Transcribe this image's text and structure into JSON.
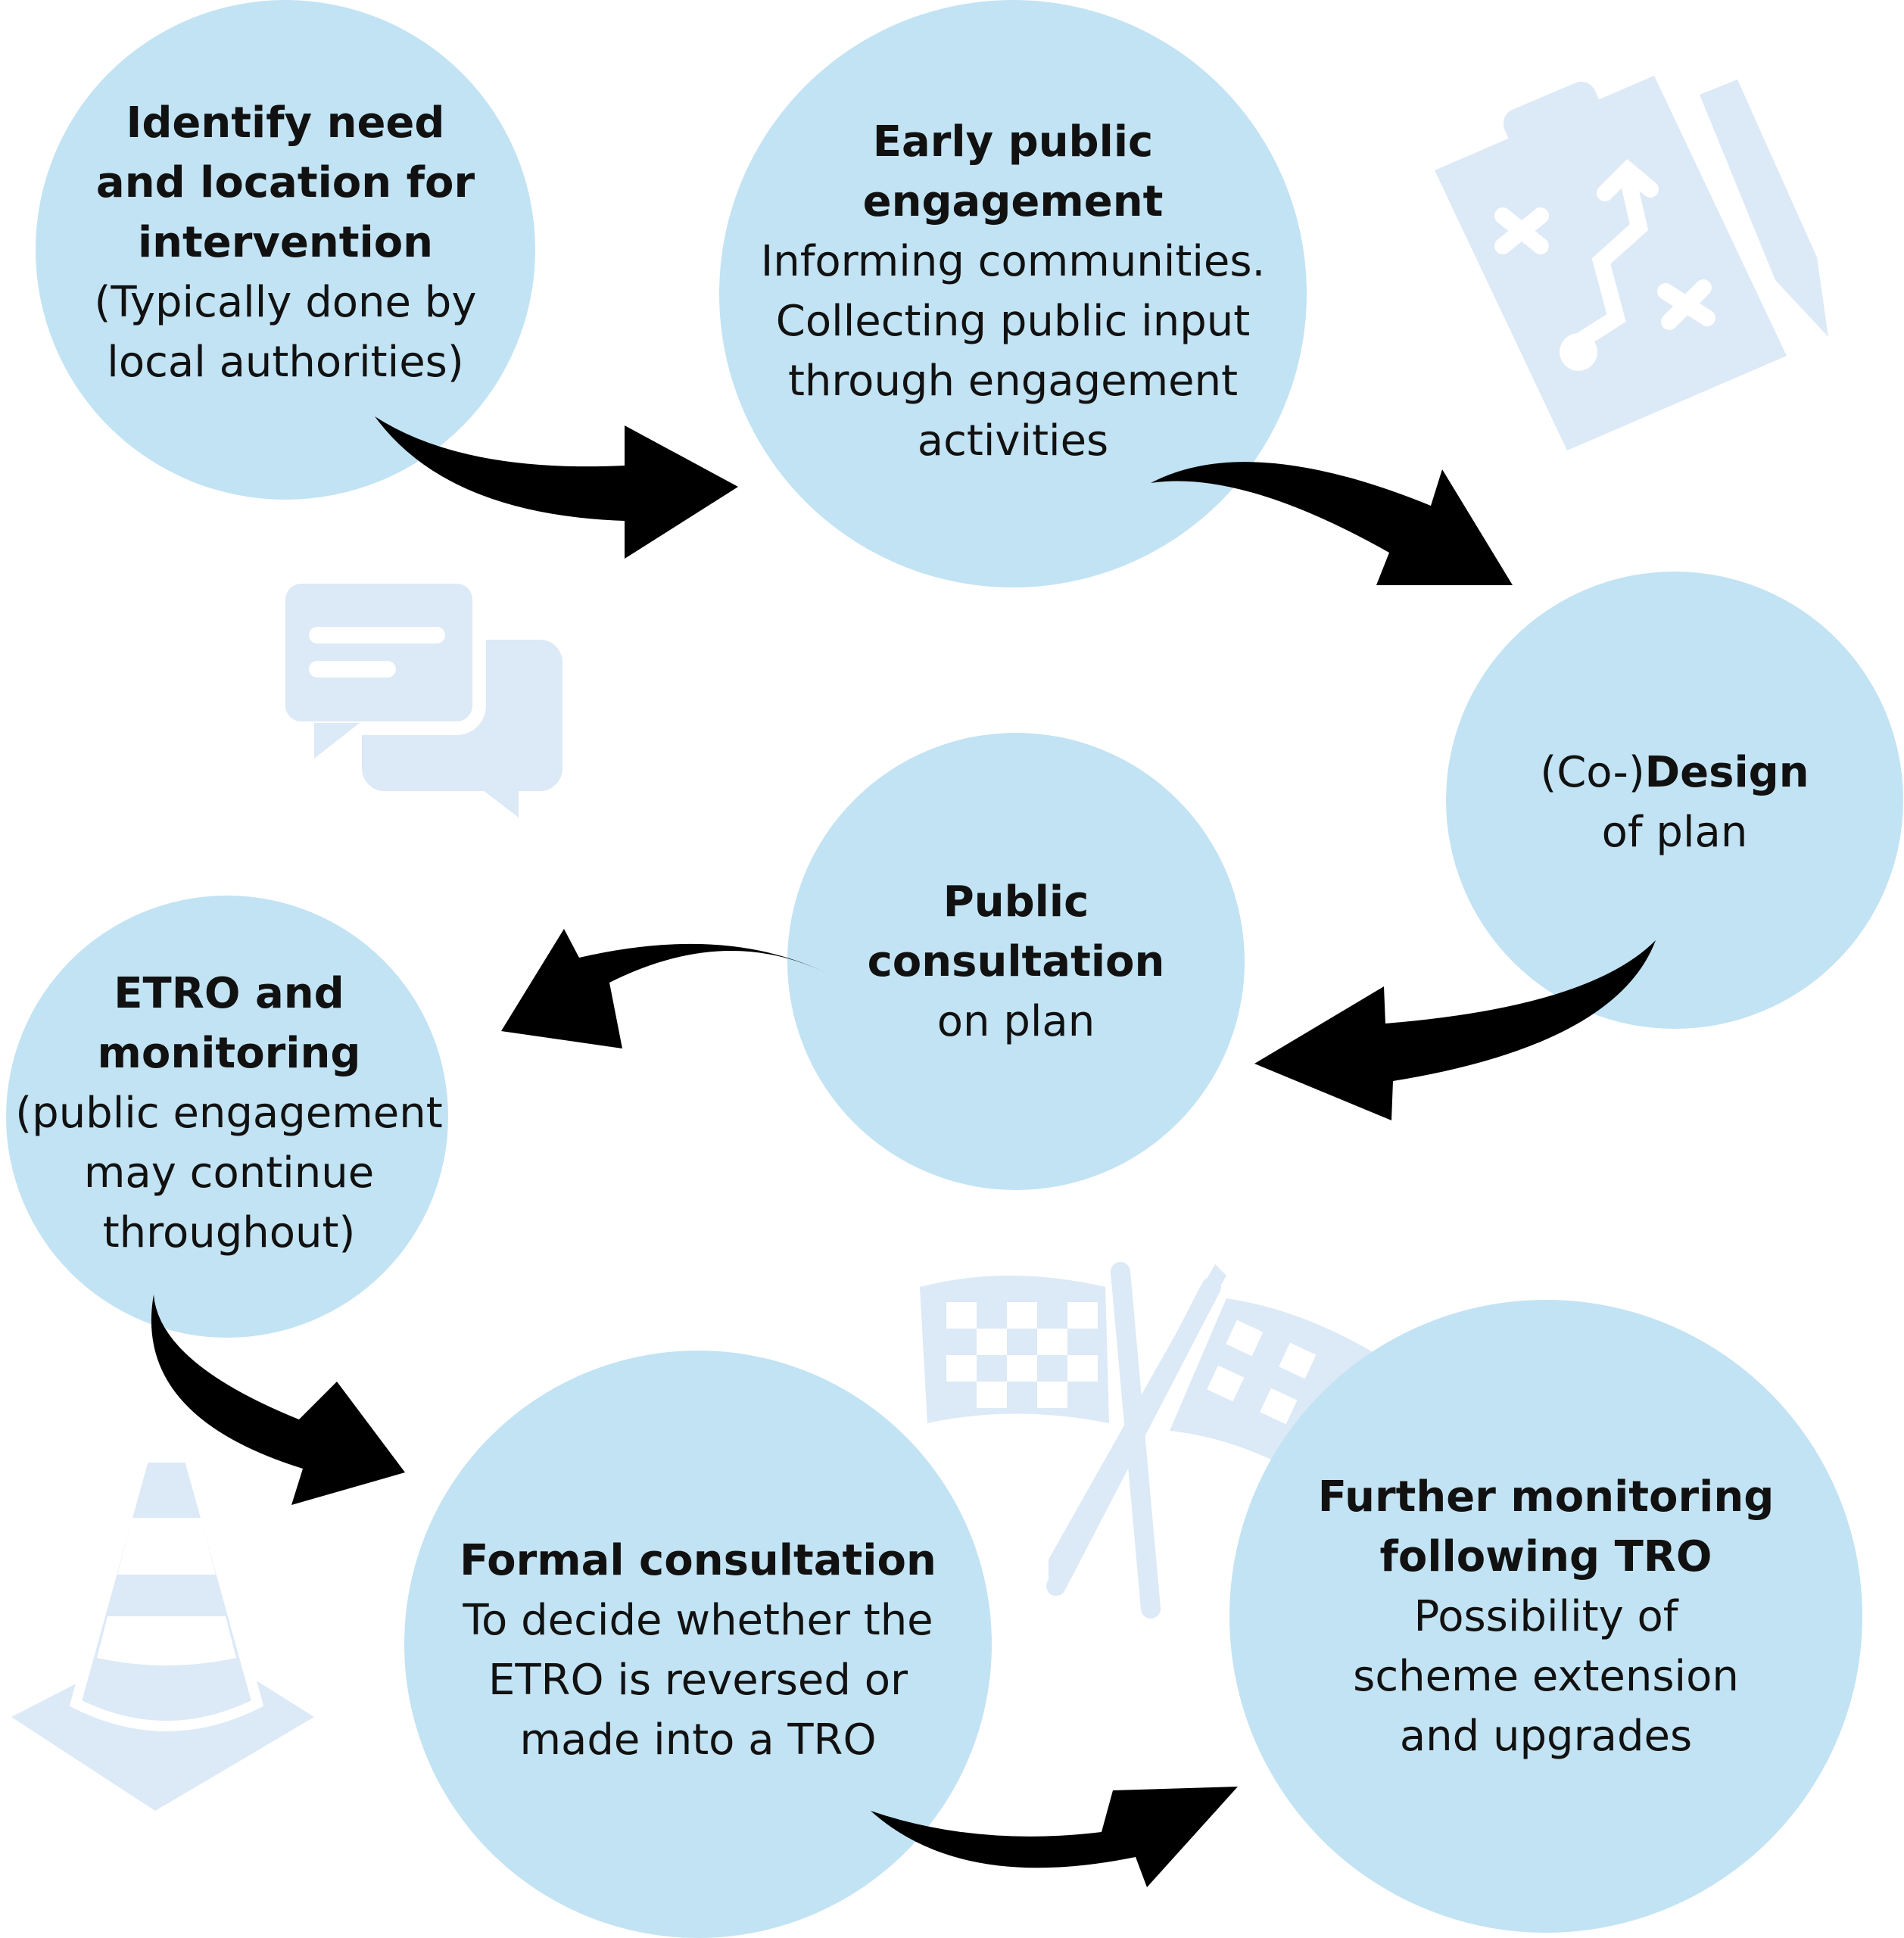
{
  "diagram": {
    "colors": {
      "circle_fill": "#c2e3f3",
      "icon_fill": "#dce9f6",
      "arrow_fill": "#000000",
      "text": "#111111"
    },
    "background_icons": [
      "map-plan-icon",
      "chat-bubbles-icon",
      "checkered-flags-icon",
      "traffic-cone-icon"
    ],
    "stages": [
      {
        "title": "Identify need\nand location for\nintervention",
        "description": "(Typically done by\nlocal authorities)"
      },
      {
        "title": "Early public\nengagement",
        "description": "Informing communities.\nCollecting public input\nthrough engagement\nactivities"
      },
      {
        "prefix": "(Co-)",
        "title": "Design",
        "description": "of plan"
      },
      {
        "title": "Public\nconsultation",
        "description": "on plan"
      },
      {
        "title": "ETRO and\nmonitoring",
        "description": "(public engagement\nmay continue\nthroughout)"
      },
      {
        "title": "Formal consultation",
        "description": "To decide whether the\nETRO is reversed or\nmade into a TRO"
      },
      {
        "title": "Further monitoring\nfollowing TRO",
        "description": "Possibility of\nscheme extension\nand upgrades"
      }
    ]
  }
}
